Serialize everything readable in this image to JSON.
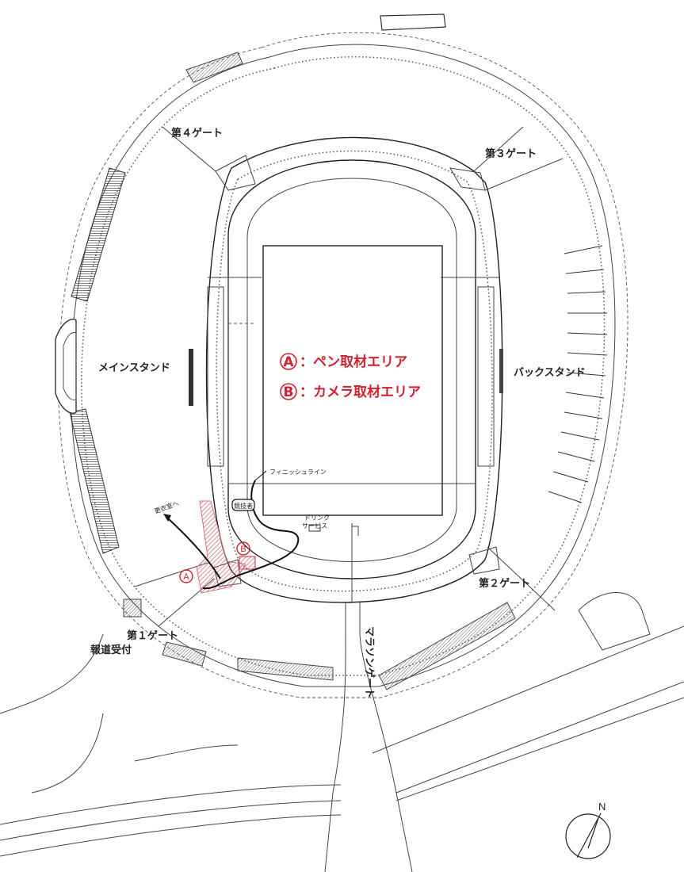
{
  "labels": {
    "gate4": "第４ゲート",
    "gate3": "第３ゲート",
    "gate2": "第２ゲート",
    "gate1": "第１ゲート",
    "main_stand": "メインスタンド",
    "back_stand": "バックスタンド",
    "press_reception": "報道受付",
    "marathon_gate": "マラソンゲート",
    "finish_line": "フィニッシュライン",
    "athletes": "競技者",
    "drink_service_line1": "ドリンク",
    "drink_service_line2": "サービス",
    "to_changing_room": "更衣室へ",
    "north": "N"
  },
  "legend": {
    "items": [
      {
        "mark": "A",
        "text": "：ペン取材エリア"
      },
      {
        "mark": "B",
        "text": "：カメラ取材エリア"
      }
    ]
  },
  "colors": {
    "accent": "#d1202f",
    "hatch": "#d8707a"
  }
}
